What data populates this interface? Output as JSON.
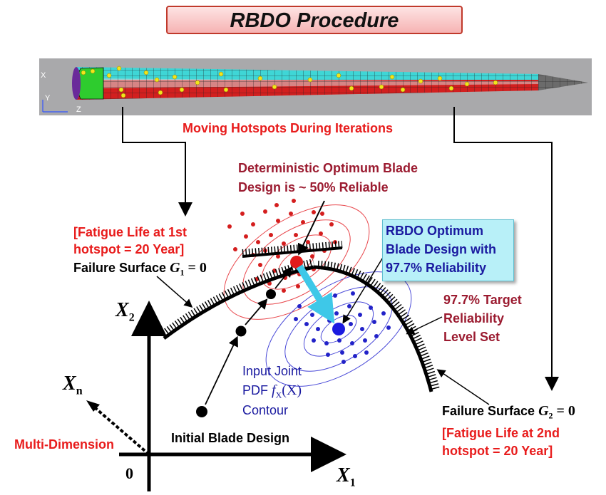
{
  "title": "RBDO Procedure",
  "blade": {
    "axis_x": "X",
    "axis_y": "Y",
    "axis_z": "Z"
  },
  "labels": {
    "moving_hotspots": "Moving Hotspots During Iterations",
    "deterministic_line1": "Deterministic Optimum Blade",
    "deterministic_line2": "Design is ~ 50% Reliable",
    "fatigue1_line1": "[Fatigue Life at 1st",
    "fatigue1_line2": "hotspot = 20 Year]",
    "failure1_prefix": "Failure Surface ",
    "failure1_var": "G",
    "failure1_sub": "1",
    "failure1_suffix": " = 0",
    "rbdo_line1": "RBDO Optimum",
    "rbdo_line2": "Blade Design with",
    "rbdo_line3": "97.7% Reliability",
    "target_line1": "97.7% Target",
    "target_line2": "Reliability",
    "target_line3": "Level Set",
    "input_line1": "Input Joint",
    "input_line2_prefix": "PDF ",
    "input_line2_f": "f",
    "input_line2_sub": "X",
    "input_line2_suffix": "(X)",
    "input_line3": "Contour",
    "failure2_prefix": "Failure Surface ",
    "failure2_var": "G",
    "failure2_sub": "2",
    "failure2_suffix": " = 0",
    "fatigue2_line1": "[Fatigue Life at 2nd",
    "fatigue2_line2": "hotspot = 20 Year]",
    "initial_design": "Initial Blade Design",
    "multi_dimension": "Multi-Dimension",
    "origin": "0"
  },
  "axes": {
    "x1_main": "X",
    "x1_sub": "1",
    "x2_main": "X",
    "x2_sub": "2",
    "xn_main": "X",
    "xn_sub": "n"
  },
  "colors": {
    "red_text": "#e81c1c",
    "maroon_text": "#9b1b30",
    "navy_text": "#1a1aa0",
    "rbdo_box": "#b8f0f8",
    "blade_cyan": "#3fd6d6",
    "blade_red": "#d21f1f",
    "blade_green": "#2ecc2e",
    "hotspot_yellow": "#f2e51b",
    "arrow_cyan": "#3ec8e8"
  }
}
